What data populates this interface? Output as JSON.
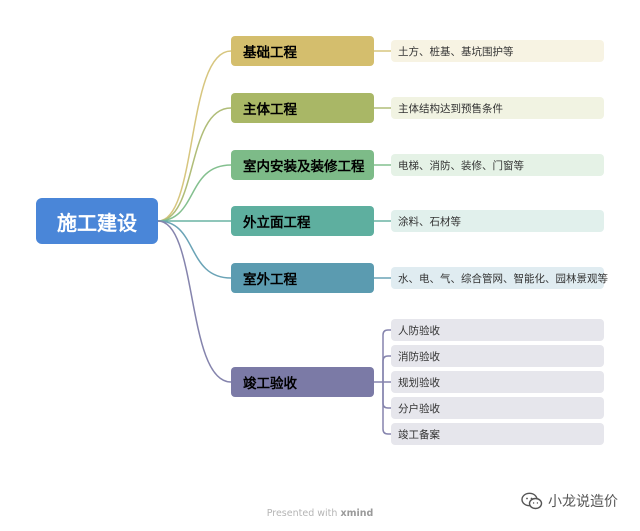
{
  "root": {
    "label": "施工建设",
    "color": "#4a86d8"
  },
  "branches": [
    {
      "label": "基础工程",
      "color": "#d4be6d",
      "line": "#d7c67f",
      "sub_bg": "#f7f3e3",
      "children": [
        "土方、桩基、基坑围护等"
      ]
    },
    {
      "label": "主体工程",
      "color": "#a9b766",
      "line": "#b0bd78",
      "sub_bg": "#f1f3e2",
      "children": [
        "主体结构达到预售条件"
      ]
    },
    {
      "label": "室内安装及装修工程",
      "color": "#7dbb88",
      "line": "#84c08f",
      "sub_bg": "#e5f2e6",
      "children": [
        "电梯、消防、装修、门窗等"
      ]
    },
    {
      "label": "外立面工程",
      "color": "#5eaf9f",
      "line": "#6ab3a4",
      "sub_bg": "#e1f0ec",
      "children": [
        "涂料、石材等"
      ]
    },
    {
      "label": "室外工程",
      "color": "#5b9bb0",
      "line": "#6aa3b6",
      "sub_bg": "#e0ecf1",
      "children": [
        "水、电、气、综合管网、智能化、园林景观等"
      ]
    },
    {
      "label": "竣工验收",
      "color": "#7b7aa6",
      "line": "#8584ad",
      "sub_bg": "#e6e6ec",
      "children": [
        "人防验收",
        "消防验收",
        "规划验收",
        "分户验收",
        "竣工备案"
      ]
    }
  ],
  "footer": {
    "prefix": "Presented with",
    "brand": "xmind"
  },
  "watermark": {
    "text": "小龙说造价",
    "icon": "wechat-icon"
  }
}
